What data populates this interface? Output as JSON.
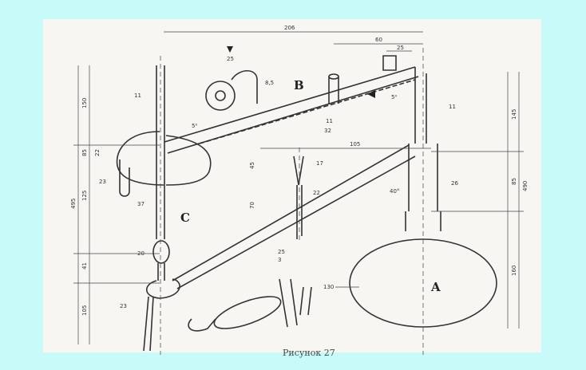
{
  "labels": {
    "a": "A",
    "b": "B",
    "c": "C"
  },
  "dimensions": {
    "d206": "206",
    "d60": "60",
    "d25_top": "25",
    "d25_cap": "25",
    "d85": "8,5",
    "d11_left": "11",
    "d11_mid": "11",
    "d11_right": "11",
    "d32": "32",
    "d5_left": "5⁰",
    "d5_right": "5⁰",
    "d105": "105",
    "d17": "17",
    "d22": "22",
    "d26": "26",
    "d40deg": "40°",
    "d23_side": "23",
    "d25_lower": "25",
    "d3": "3",
    "d20": "20",
    "d37": "37",
    "d23_bottom": "23",
    "d130": "130",
    "l150": "150",
    "l495": "495",
    "l125": "125",
    "l85": "85",
    "l41": "41",
    "l105": "105",
    "l22": "22",
    "l45": "45",
    "l70": "70",
    "r145": "145",
    "r85": "85",
    "r490": "490",
    "r160": "160"
  },
  "caption": "Рисунок 27"
}
